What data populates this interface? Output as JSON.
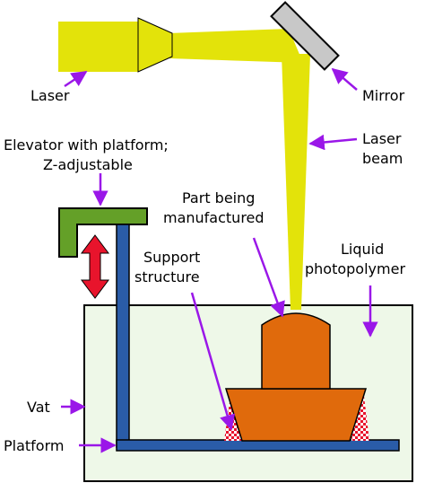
{
  "labels": {
    "laser": "Laser",
    "mirror": "Mirror",
    "laser_beam_line1": "Laser",
    "laser_beam_line2": "beam",
    "elevator_line1": "Elevator with platform;",
    "elevator_line2": "Z-adjustable",
    "part_line1": "Part being",
    "part_line2": "manufactured",
    "liquid_line1": "Liquid",
    "liquid_line2": "photopolymer",
    "support_line1": "Support",
    "support_line2": "structure",
    "vat": "Vat",
    "platform": "Platform"
  },
  "colors": {
    "laser_yellow": "#e3e30a",
    "mirror_gray": "#c8c8c8",
    "pointer_purple": "#9a17e8",
    "elevator_green": "#64a028",
    "platform_blue": "#2a5ca8",
    "part_orange": "#e06a0c",
    "liquid_fill": "#eef8e8",
    "support_red": "#e8142c",
    "motion_arrow_red": "#e8142c"
  }
}
